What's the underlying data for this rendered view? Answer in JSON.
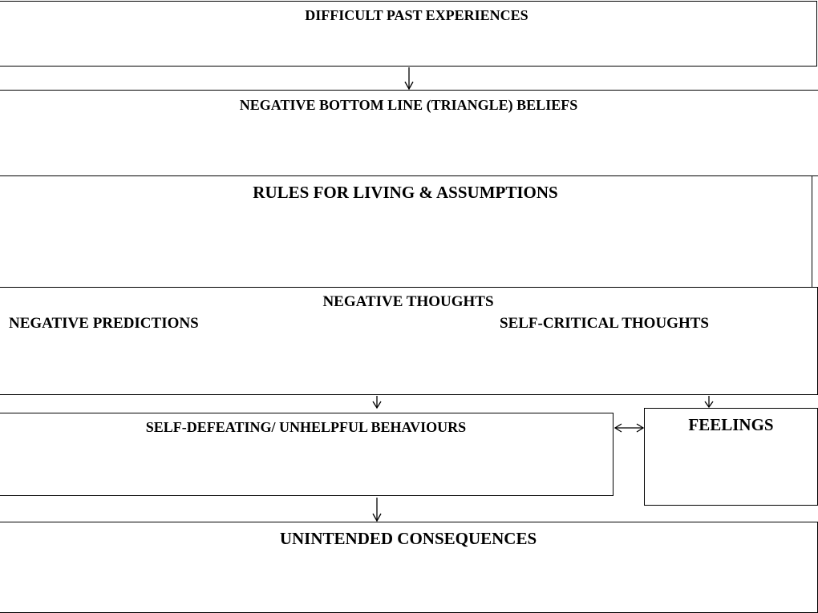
{
  "boxes": {
    "past_experiences": "DIFFICULT PAST EXPERIENCES",
    "bottom_line_beliefs": "NEGATIVE BOTTOM LINE (TRIANGLE) BELIEFS",
    "rules_for_living": "RULES FOR LIVING & ASSUMPTIONS",
    "negative_thoughts": {
      "title": "NEGATIVE THOUGHTS",
      "left_label": "NEGATIVE PREDICTIONS",
      "right_label": "SELF-CRITICAL THOUGHTS"
    },
    "behaviours": "SELF-DEFEATING/ UNHELPFUL BEHAVIOURS",
    "feelings": "FEELINGS",
    "consequences": "UNINTENDED CONSEQUENCES"
  }
}
